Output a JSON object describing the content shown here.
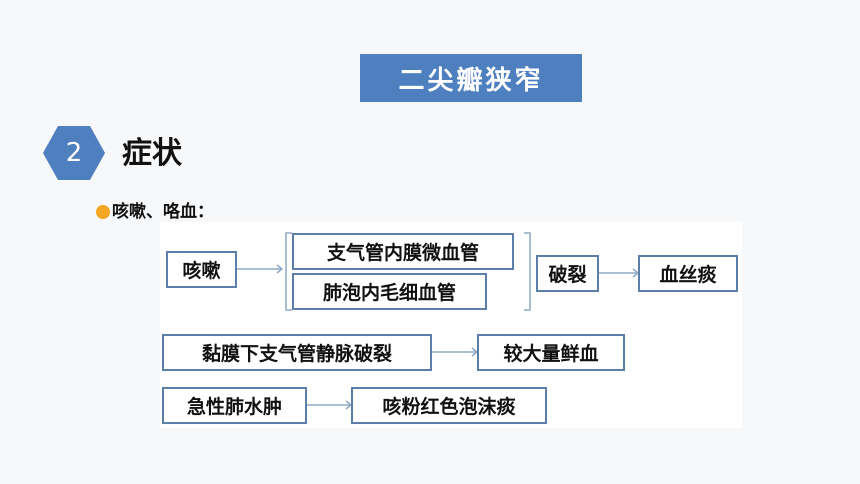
{
  "title": "二尖瓣狭窄",
  "section": {
    "number": "2",
    "title": "症状"
  },
  "bullet": {
    "text": "咳嗽、咯血："
  },
  "diagram": {
    "cough": "咳嗽",
    "bronchial": "支气管内膜微血管",
    "alveolar": "肺泡内毛细血管",
    "rupture": "破裂",
    "blood_streaked": "血丝痰",
    "submucosal_veins": "黏膜下支气管静脉破裂",
    "large_bleeding": "较大量鲜血",
    "pulmonary_edema": "急性肺水肿",
    "pink_frothy": "咳粉红色泡沫痰"
  },
  "colors": {
    "banner": "#4e7fbf",
    "hexagon": "#4e7fbf",
    "bullet": "#f5a623",
    "box_border": "#5b7fa6",
    "connector": "#8fa9c6"
  }
}
